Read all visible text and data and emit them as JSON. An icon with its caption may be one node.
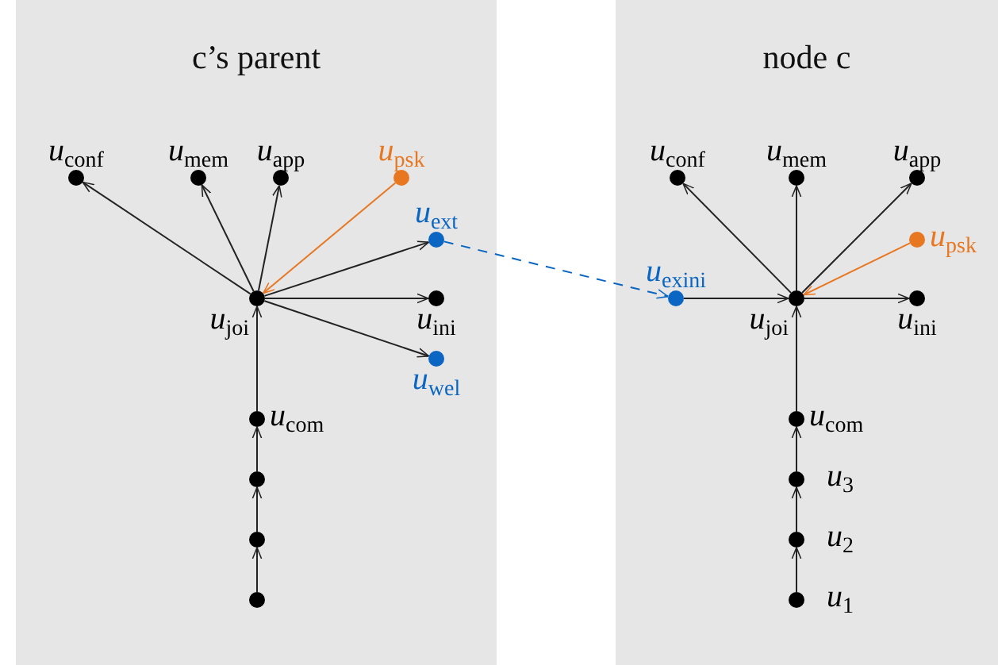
{
  "diagram": {
    "nodes": [
      {
        "text": [
          "c’s parent"
        ]
      },
      {
        "text": [
          "u$_{conf}$"
        ],
        "in": 0
      },
      {
        "text": [
          "u$_{mem}$"
        ],
        "in": 0
      },
      {
        "text": [
          "u$_{app}$"
        ],
        "in": 0
      },
      {
        "text": [
          "u$_{psk}$"
        ],
        "in": 0
      },
      {
        "text": [
          "u$_{ext}$"
        ],
        "in": 0
      },
      {
        "text": [
          "u$_{joi}$"
        ],
        "in": 0
      },
      {
        "text": [
          "u$_{ini}$"
        ],
        "in": 0
      },
      {
        "text": [
          "u$_{wel}$"
        ],
        "in": 0
      },
      {
        "text": [
          "u$_{com}$"
        ],
        "in": 0
      },
      {
        "text": [],
        "shape": "circle",
        "in": 0
      },
      {
        "text": [],
        "shape": "circle",
        "in": 0
      },
      {
        "text": [],
        "shape": "circle",
        "in": 0
      },
      {
        "text": [
          "node c"
        ]
      },
      {
        "text": [
          "u$_{conf}$"
        ],
        "in": 13
      },
      {
        "text": [
          "u$_{mem}$"
        ],
        "in": 13
      },
      {
        "text": [
          "u$_{app}$"
        ],
        "in": 13
      },
      {
        "text": [
          "u$_{psk}$"
        ],
        "in": 13
      },
      {
        "text": [
          "u$_{exini}$"
        ],
        "in": 13
      },
      {
        "text": [
          "u$_{joi}$"
        ],
        "in": 13
      },
      {
        "text": [
          "u$_{ini}$"
        ],
        "in": 13
      },
      {
        "text": [
          "u$_{com}$"
        ],
        "in": 13
      },
      {
        "text": [
          "u$_{3}$"
        ],
        "in": 13
      },
      {
        "text": [
          "u$_{2}$"
        ],
        "in": 13
      },
      {
        "text": [
          "u$_{1}$"
        ],
        "in": 13
      }
    ],
    "edges": [
      {
        "from": 6,
        "to": 1,
        "arrow": "to"
      },
      {
        "from": 6,
        "to": 2,
        "arrow": "to"
      },
      {
        "from": 6,
        "to": 3,
        "arrow": "to"
      },
      {
        "from": 4,
        "to": 6,
        "arrow": "to",
        "color": "#e87722"
      },
      {
        "from": 6,
        "to": 5,
        "arrow": "to"
      },
      {
        "from": 6,
        "to": 7,
        "arrow": "to"
      },
      {
        "from": 6,
        "to": 8,
        "arrow": "to"
      },
      {
        "from": 9,
        "to": 6,
        "arrow": "to"
      },
      {
        "from": 10,
        "to": 9,
        "arrow": "to"
      },
      {
        "from": 11,
        "to": 10,
        "arrow": "to"
      },
      {
        "from": 12,
        "to": 11,
        "arrow": "to"
      },
      {
        "from": 5,
        "to": 18,
        "arrow": "to",
        "style": "dashed",
        "color": "#0a66c2"
      },
      {
        "from": 19,
        "to": 14,
        "arrow": "to"
      },
      {
        "from": 19,
        "to": 15,
        "arrow": "to"
      },
      {
        "from": 19,
        "to": 16,
        "arrow": "to"
      },
      {
        "from": 17,
        "to": 19,
        "arrow": "to",
        "color": "#e87722"
      },
      {
        "from": 18,
        "to": 19,
        "arrow": "to"
      },
      {
        "from": 19,
        "to": 20,
        "arrow": "to"
      },
      {
        "from": 21,
        "to": 19,
        "arrow": "to"
      },
      {
        "from": 22,
        "to": 21,
        "arrow": "to"
      },
      {
        "from": 23,
        "to": 22,
        "arrow": "to"
      },
      {
        "from": 24,
        "to": 23,
        "arrow": "to"
      }
    ]
  }
}
